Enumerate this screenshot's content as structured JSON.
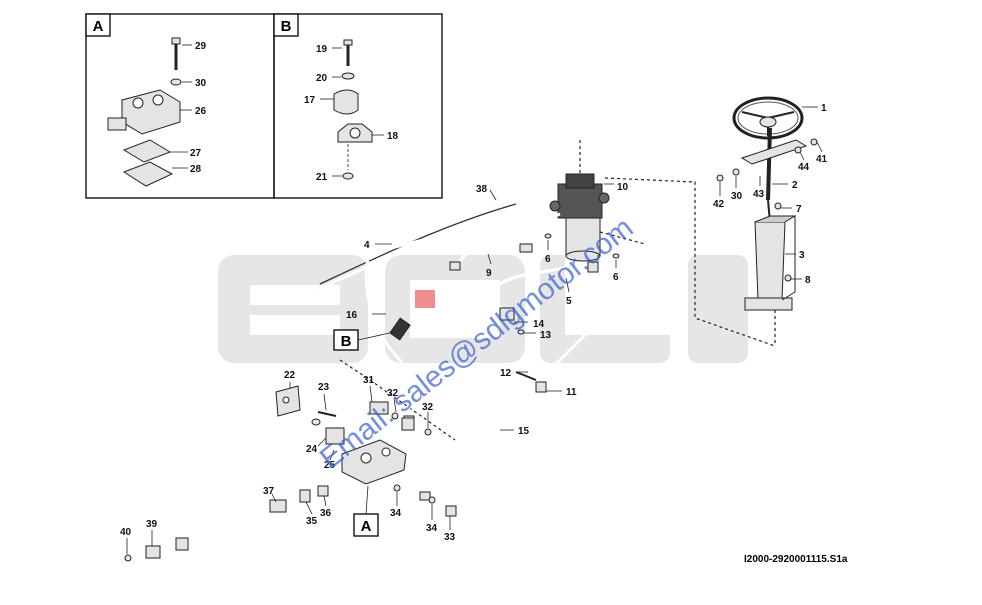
{
  "drawing_code": "I2000-2920001115.S1a",
  "watermark": {
    "email": "Email: sales@sdlgmotor.com",
    "brand": "SDLG"
  },
  "detail_boxes": [
    {
      "letter": "A",
      "labels": [
        "29",
        "30",
        "26",
        "27",
        "28"
      ]
    },
    {
      "letter": "B",
      "labels": [
        "19",
        "20",
        "17",
        "18",
        "21"
      ]
    }
  ],
  "callouts": {
    "b": "B",
    "a": "A"
  },
  "part_labels": [
    "1",
    "41",
    "44",
    "2",
    "43",
    "42",
    "30",
    "7",
    "3",
    "8",
    "10",
    "38",
    "4",
    "9",
    "6",
    "6",
    "5",
    "14",
    "13",
    "16",
    "12",
    "11",
    "15",
    "22",
    "23",
    "31",
    "32",
    "32",
    "24",
    "25",
    "37",
    "36",
    "35",
    "34",
    "34",
    "33",
    "40",
    "39"
  ]
}
